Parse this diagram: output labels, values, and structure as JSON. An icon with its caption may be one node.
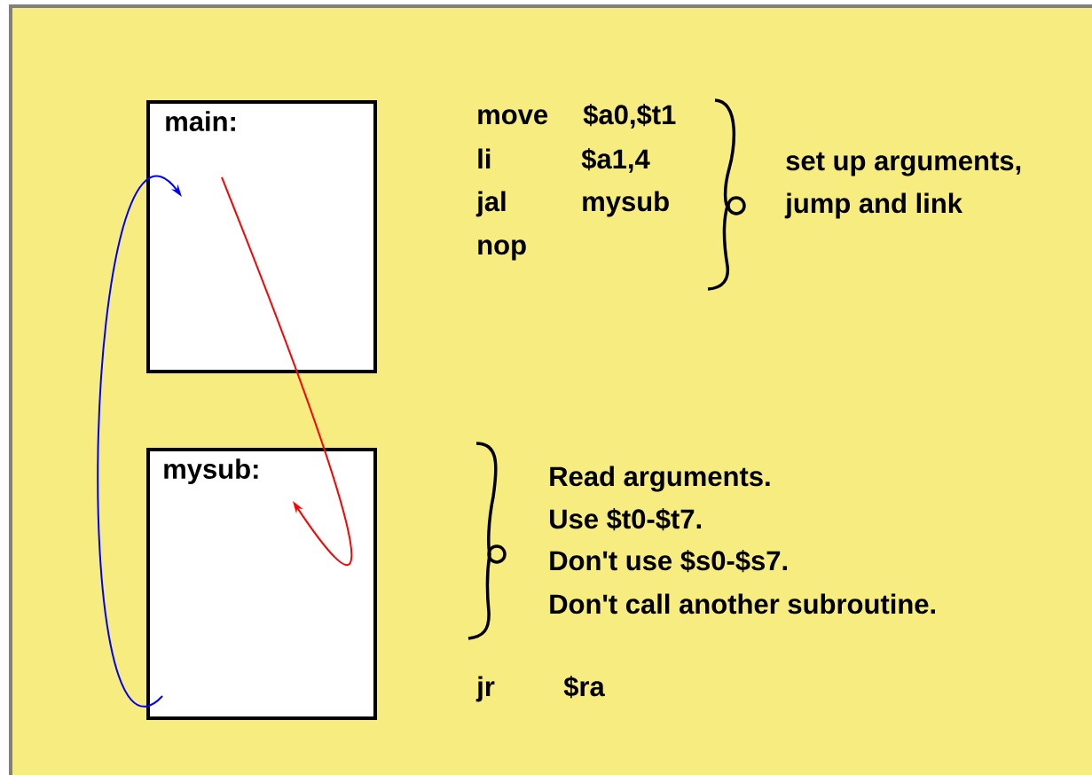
{
  "diagram": {
    "nodes": [
      {
        "text": [
          "main:"
        ]
      },
      {
        "text": [
          "mysub:"
        ]
      }
    ],
    "edges": [
      {
        "from": 0,
        "to": 1,
        "arrow": "to",
        "color": "#ff0000"
      },
      {
        "from": 1,
        "to": 0,
        "arrow": "to",
        "color": "#0000ff"
      }
    ],
    "labels": [
      "move",
      "$a0,$t1",
      "li",
      "$a1,4",
      "set up arguments,",
      "jal",
      "mysub",
      "jump and link",
      "nop",
      "Read arguments.",
      "Use $t0-$t7.",
      "Don't use $s0-$s7.",
      "Don't call another subroutine.",
      "jr",
      "$ra"
    ]
  }
}
